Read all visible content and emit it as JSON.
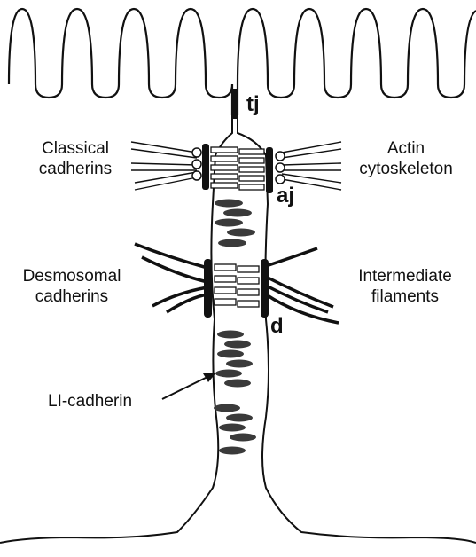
{
  "labels": {
    "tj": "tj",
    "aj": "aj",
    "d": "d",
    "classical_cadherins": [
      "Classical",
      "cadherins"
    ],
    "actin_cytoskeleton": [
      "Actin",
      "cytoskeleton"
    ],
    "desmosomal_cadherins": [
      "Desmosomal",
      "cadherins"
    ],
    "intermediate_filaments": [
      "Intermediate",
      "filaments"
    ],
    "li_cadherin": "LI-cadherin"
  },
  "colors": {
    "line": "#111111",
    "cadherin": "#3a3a3a",
    "background": "#ffffff"
  }
}
